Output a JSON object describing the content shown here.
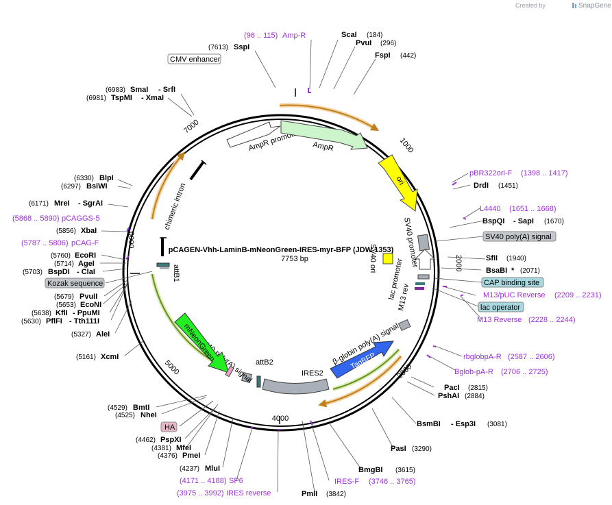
{
  "credit": {
    "prefix": "Created by",
    "brand": "SnapGene"
  },
  "plasmid": {
    "name": "pCAGEN-Vhh-LaminB-mNeonGreen-IRES-myr-BFP (JDW 1353)",
    "size": "7753 bp"
  },
  "ticks": [
    "1000",
    "2000",
    "3000",
    "4000",
    "5000",
    "7000",
    "0000"
  ],
  "sites": {
    "ScaI": {
      "name": "ScaI",
      "pos": "(184)"
    },
    "PvuI": {
      "name": "PvuI",
      "pos": "(296)"
    },
    "FspI": {
      "name": "FspI",
      "pos": "(442)"
    },
    "SspI": {
      "name": "SspI",
      "pos": "(7613)"
    },
    "SmaI": {
      "name": "SmaI",
      "extra": "- SrfI",
      "pos": "(6983)"
    },
    "TspMI": {
      "name": "TspMI",
      "extra": "- XmaI",
      "pos": "(6981)"
    },
    "BlpI": {
      "name": "BlpI",
      "pos": "(6330)"
    },
    "BsiWI": {
      "name": "BsiWI",
      "pos": "(6297)"
    },
    "MreI": {
      "name": "MreI",
      "extra": "- SgrAI",
      "pos": "(6171)"
    },
    "XbaI": {
      "name": "XbaI",
      "pos": "(5856)"
    },
    "EcoRI": {
      "name": "EcoRI",
      "pos": "(5760)"
    },
    "AgeI": {
      "name": "AgeI",
      "pos": "(5714)"
    },
    "BspDI": {
      "name": "BspDI",
      "extra": "- ClaI",
      "pos": "(5703)"
    },
    "PvuII": {
      "name": "PvuII",
      "pos": "(5679)"
    },
    "EcoNI": {
      "name": "EcoNI",
      "pos": "(5653)"
    },
    "KflI": {
      "name": "KflI",
      "extra": "- PpuMI",
      "pos": "(5638)"
    },
    "PflFI": {
      "name": "PflFI",
      "extra": "- Tth111I",
      "pos": "(5630)"
    },
    "AleI": {
      "name": "AleI",
      "pos": "(5327)"
    },
    "XcmI": {
      "name": "XcmI",
      "pos": "(5161)"
    },
    "BmtI": {
      "name": "BmtI",
      "pos": "(4529)"
    },
    "NheI": {
      "name": "NheI",
      "pos": "(4525)"
    },
    "PspXI": {
      "name": "PspXI",
      "pos": "(4462)"
    },
    "MfeI": {
      "name": "MfeI",
      "pos": "(4381)"
    },
    "PmeI": {
      "name": "PmeI",
      "pos": "(4376)"
    },
    "MluI": {
      "name": "MluI",
      "pos": "(4237)"
    },
    "PmlI": {
      "name": "PmlI",
      "pos": "(3842)"
    },
    "BmgBI": {
      "name": "BmgBI",
      "pos": "(3615)"
    },
    "PasI": {
      "name": "PasI",
      "pos": "(3290)"
    },
    "BsmBI": {
      "name": "BsmBI",
      "extra": "- Esp3I",
      "pos": "(3081)"
    },
    "PshAI": {
      "name": "PshAI",
      "pos": "(2884)"
    },
    "PacI": {
      "name": "PacI",
      "pos": "(2815)"
    },
    "BsaBI": {
      "name": "BsaBI",
      "extra": "*",
      "pos": "(2071)"
    },
    "SfiI": {
      "name": "SfiI",
      "pos": "(1940)"
    },
    "BspQI": {
      "name": "BspQI",
      "extra": "- SapI",
      "pos": "(1670)"
    },
    "DrdI": {
      "name": "DrdI",
      "pos": "(1451)"
    }
  },
  "primers": {
    "AmpR": {
      "range": "(96 .. 115)",
      "name": "Amp-R"
    },
    "pBR322ori": {
      "name": "pBR322ori-F",
      "range": "(1398 .. 1417)"
    },
    "L4440": {
      "name": "L4440",
      "range": "(1651 .. 1668)"
    },
    "M13pUC": {
      "name": "M13/pUC Reverse",
      "range": "(2209 .. 2231)"
    },
    "M13Rev": {
      "name": "M13 Reverse",
      "range": "(2228 .. 2244)"
    },
    "rbglobpA": {
      "name": "rbglobpA-R",
      "range": "(2587 .. 2606)"
    },
    "BglobpA": {
      "name": "Bglob-pA-R",
      "range": "(2706 .. 2725)"
    },
    "IRESF": {
      "name": "IRES-F",
      "range": "(3746 .. 3765)"
    },
    "SP6": {
      "name": "SP6",
      "range": "(4171 .. 4188)"
    },
    "IRESrev": {
      "name": "IRES reverse",
      "range": "(3975 .. 3992)"
    },
    "pCAGGS5": {
      "name": "pCAGGS-5",
      "range": "(5868 .. 5890)"
    },
    "pCAGF": {
      "name": "pCAG-F",
      "range": "(5787 .. 5806)"
    }
  },
  "boxes": {
    "CMV": "CMV enhancer",
    "Kozak": "Kozak sequence",
    "SV40pA": "SV40 poly(A) signal",
    "CAP": "CAP binding site",
    "lacop": "lac operator",
    "HA": "HA"
  },
  "features": {
    "AmpRpromoter": "AmpR promoter",
    "AmpR": "AmpR",
    "ori": "ori",
    "SV40promoter": "SV40 promoter",
    "SV40ori": "SV40 ori",
    "lacpromoter": "lac promoter",
    "M13rev": "M13 rev",
    "bglobin": "β-globin poly(A) signal",
    "TagBFP": "TagBFP",
    "IRES2": "IRES2",
    "attB2": "attB2",
    "SV40polyA": "SV40 poly(A) signal",
    "mNeonGreen": "mNeonGreen",
    "attB1": "attB1",
    "chimeric": "chimeric intron"
  },
  "colors": {
    "primer": "#9b30d9",
    "orf_glow": "#f3d3a0",
    "ori": "#ffff00",
    "ampr": "#ccf5cc",
    "mneongreen": "#22ee22",
    "tagbfp": "#3366ee",
    "gray_feature": "#a9b0b8",
    "cap_box": "#a8d8e0"
  }
}
